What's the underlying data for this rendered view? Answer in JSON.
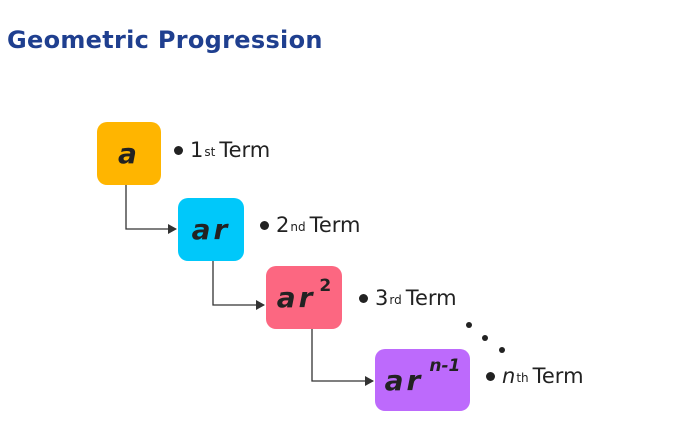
{
  "title": "Geometric Progression",
  "colors": {
    "title": "#1f3f8f",
    "box_1": "#ffb500",
    "box_2": "#00c8fa",
    "box_3": "#fc6781",
    "box_4": "#bd6afc",
    "connector": "#333333"
  },
  "terms": [
    {
      "base": "a",
      "exponent": "",
      "ordinal": "1",
      "suffix": "st",
      "word": "Term"
    },
    {
      "base": "ar",
      "exponent": "",
      "ordinal": "2",
      "suffix": "nd",
      "word": "Term"
    },
    {
      "base": "ar",
      "exponent": "2",
      "ordinal": "3",
      "suffix": "rd",
      "word": "Term"
    },
    {
      "base": "ar",
      "exponent": "n-1",
      "ordinal": "n",
      "suffix": "th",
      "word": "Term"
    }
  ]
}
